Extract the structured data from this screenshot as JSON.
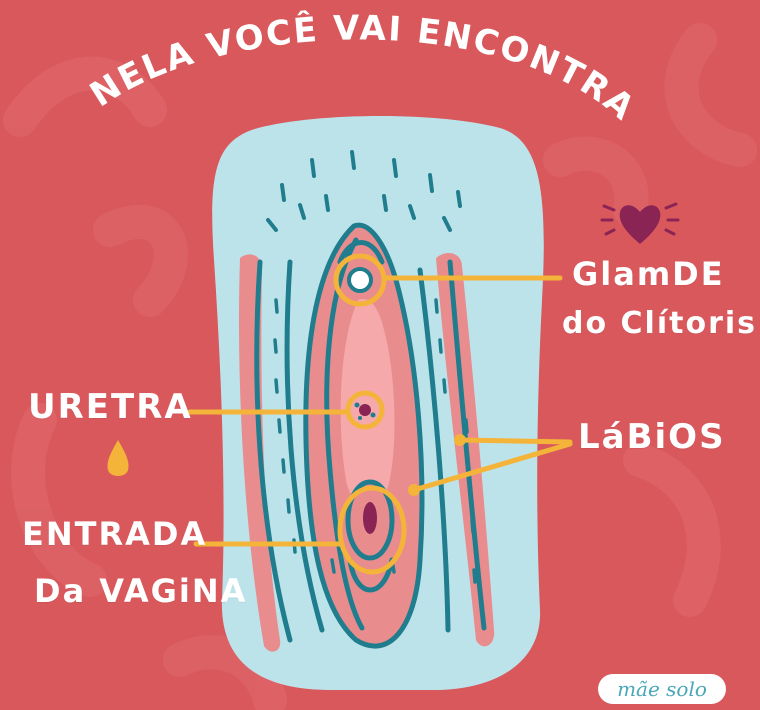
{
  "title": "NELA VOCÊ VAI ENCONTRAR:",
  "labels": {
    "glande_line1": "GlamDE",
    "glande_line2": "do Clítoris",
    "labios": "LáBiOS",
    "uretra": "URETRA",
    "entrada_line1": "ENTRADA",
    "entrada_line2": "Da VAGiNA"
  },
  "brand": "mãe solo",
  "colors": {
    "background": "#d9585c",
    "body_fill": "#bde3ea",
    "pink": "#e98c8e",
    "outline": "#1f7d8e",
    "pointer": "#f4b43a",
    "heart": "#8a2454",
    "white": "#ffffff"
  },
  "icons": [
    "heart-icon",
    "drop-icon"
  ]
}
